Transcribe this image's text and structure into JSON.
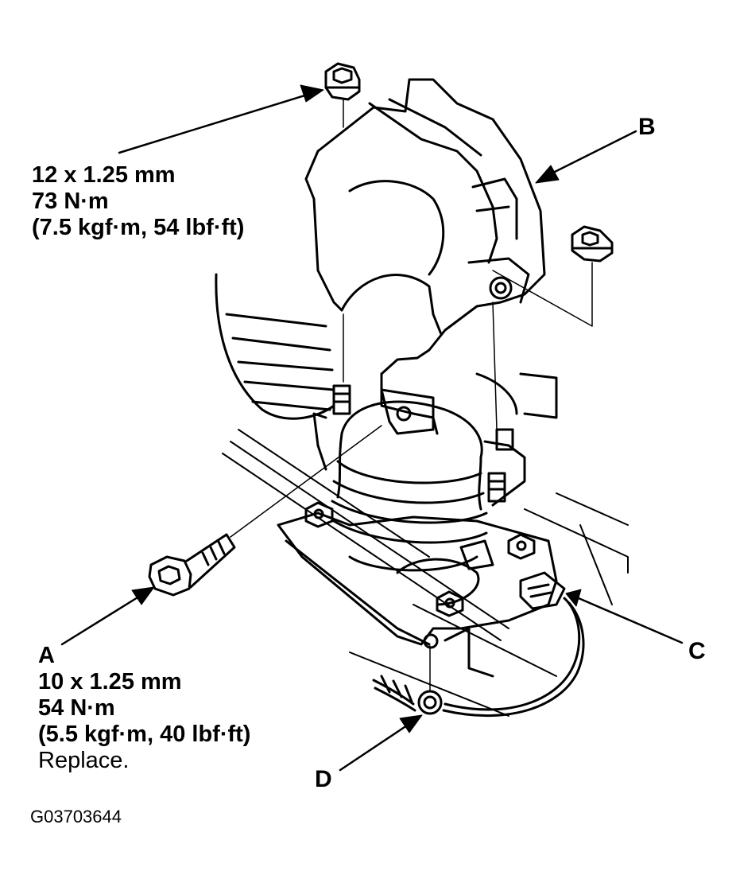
{
  "callouts": {
    "a": {
      "letter": "A",
      "size": "10 x 1.25 mm",
      "torque": "54 N·m",
      "torque_alt": "(5.5 kgf·m, 40 lbf·ft)",
      "note": "Replace."
    },
    "b": {
      "letter": "B"
    },
    "c": {
      "letter": "C"
    },
    "d": {
      "letter": "D"
    },
    "nut": {
      "size": "12 x 1.25 mm",
      "torque": "73 N·m",
      "torque_alt": "(7.5 kgf·m, 54 lbf·ft)"
    }
  },
  "figure_code": "G03703644",
  "colors": {
    "ink": "#000000",
    "paper": "#ffffff"
  }
}
